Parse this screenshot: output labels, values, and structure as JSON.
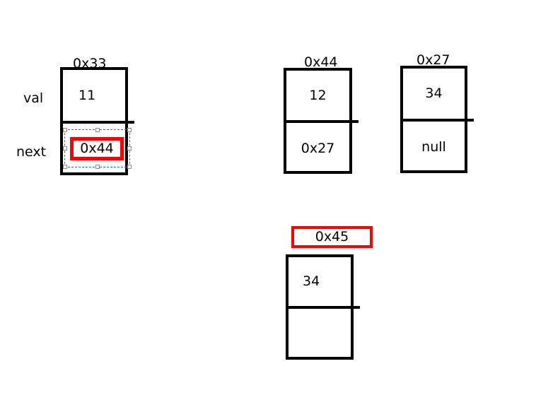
{
  "diagram": {
    "title": "linked-list-node-diagram",
    "colors": {
      "stroke": "#000000",
      "highlight": "#ff0000",
      "selection": "#1a73e8",
      "background": "#ffffff"
    },
    "row_labels": [
      {
        "name": "val",
        "text": "val"
      },
      {
        "name": "next",
        "text": "next"
      }
    ],
    "nodes": [
      {
        "id": "node-0x33",
        "address": "0x33",
        "val": "11",
        "next": "0x44",
        "next_highlighted": true,
        "selected": true
      },
      {
        "id": "node-0x44",
        "address": "0x44",
        "val": "12",
        "next": "0x27",
        "next_highlighted": false,
        "selected": false
      },
      {
        "id": "node-0x27",
        "address": "0x27",
        "val": "34",
        "next": "null",
        "next_highlighted": false,
        "selected": false
      },
      {
        "id": "node-0x45",
        "address": "0x45",
        "address_highlighted": true,
        "val": "34",
        "next": "",
        "next_highlighted": false,
        "selected": false
      }
    ]
  }
}
